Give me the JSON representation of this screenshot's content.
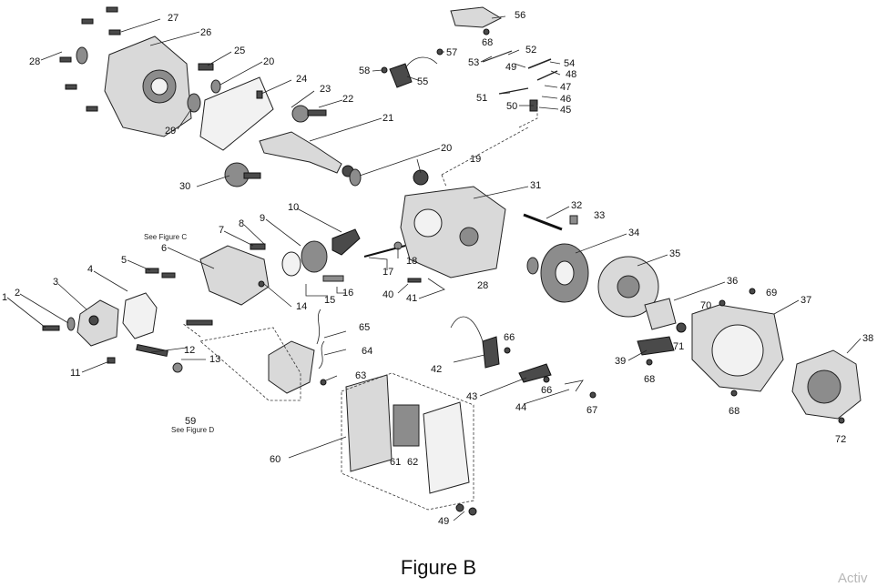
{
  "caption": "Figure B",
  "watermark": "Activ",
  "notes": {
    "figure_c": "See Figure C",
    "figure_d": "See Figure D"
  },
  "callouts": [
    "1",
    "2",
    "3",
    "4",
    "5",
    "6",
    "7",
    "8",
    "9",
    "10",
    "11",
    "12",
    "13",
    "14",
    "15",
    "16",
    "17",
    "18",
    "19",
    "20",
    "20",
    "21",
    "22",
    "23",
    "24",
    "25",
    "26",
    "27",
    "28",
    "28",
    "29",
    "30",
    "31",
    "32",
    "33",
    "34",
    "35",
    "36",
    "37",
    "38",
    "39",
    "40",
    "41",
    "42",
    "43",
    "44",
    "45",
    "46",
    "47",
    "48",
    "49",
    "49",
    "50",
    "51",
    "52",
    "53",
    "54",
    "55",
    "56",
    "57",
    "58",
    "59",
    "60",
    "61",
    "62",
    "63",
    "64",
    "65",
    "66",
    "66",
    "67",
    "68",
    "68",
    "68",
    "69",
    "70",
    "71",
    "72"
  ]
}
